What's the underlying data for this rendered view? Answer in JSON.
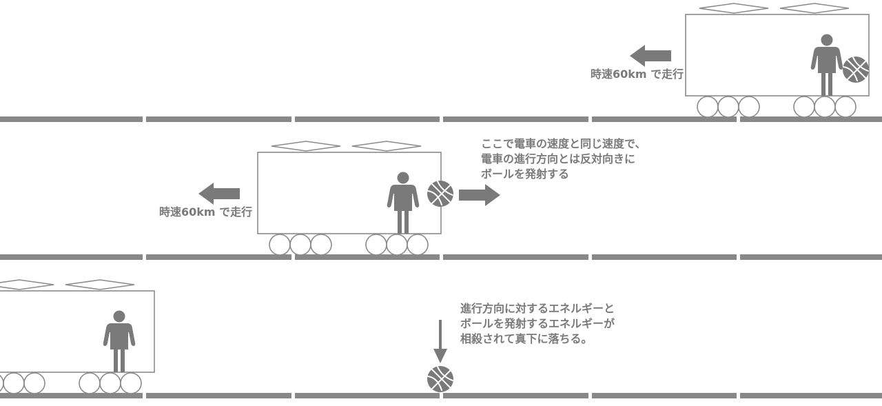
{
  "colors": {
    "ink": "#7a7a7a",
    "line": "#8a8a8a",
    "background": "#ffffff"
  },
  "panels": [
    {
      "speed_label": "時速60km で走行",
      "note_lines": []
    },
    {
      "speed_label": "時速60km で走行",
      "note_lines": [
        "ここで電車の速度と同じ速度で、",
        "電車の進行方向とは反対向きに",
        "ボールを発射する"
      ]
    },
    {
      "speed_label": "",
      "note_lines": [
        "進行方向に対するエネルギーと",
        "ボールを発射するエネルギーが",
        "相殺されて真下に落ちる。"
      ]
    }
  ],
  "icons": {
    "person": "person-icon",
    "ball": "basketball-icon",
    "left_arrow": "left-arrow-icon",
    "right_arrow": "right-arrow-icon",
    "down_arrow": "down-arrow-icon"
  }
}
